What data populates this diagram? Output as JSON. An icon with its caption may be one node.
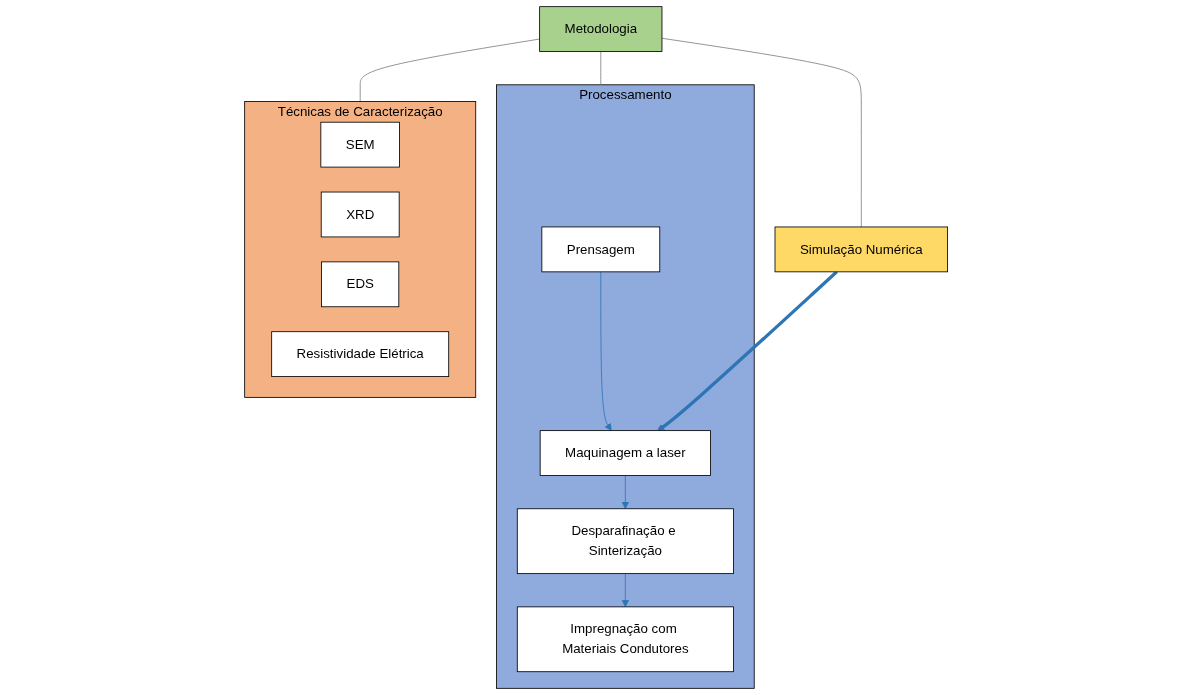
{
  "diagram": {
    "nodes": [
      {
        "text": [
          "Metodologia"
        ]
      },
      {
        "text": [
          "Simulação Numérica"
        ]
      },
      {
        "text": [
          "Processamento"
        ]
      },
      {
        "text": [
          "Prensagem"
        ],
        "in": 2
      },
      {
        "text": [
          "Maquinagem a laser"
        ],
        "in": 2
      },
      {
        "text": [
          "Desparafinação e Sinterização"
        ],
        "in": 2
      },
      {
        "text": [
          "Impregnação com Materiais Condutores"
        ],
        "in": 2
      },
      {
        "text": [
          "Técnicas de Caracterização"
        ]
      },
      {
        "text": [
          "SEM"
        ],
        "in": 7
      },
      {
        "text": [
          "XRD"
        ],
        "in": 7
      },
      {
        "text": [
          "EDS"
        ],
        "in": 7
      },
      {
        "text": [
          "Resistividade Elétrica"
        ],
        "in": 7
      }
    ],
    "edges": [
      {
        "from": 0,
        "to": 1,
        "arrow": "none"
      },
      {
        "from": 0,
        "to": 2,
        "arrow": "none"
      },
      {
        "from": 0,
        "to": 7,
        "arrow": "none"
      },
      {
        "from": 3,
        "to": 4,
        "arrow": "to"
      },
      {
        "from": 4,
        "to": 5,
        "arrow": "to"
      },
      {
        "from": 5,
        "to": 6,
        "arrow": "to"
      },
      {
        "from": 1,
        "to": 4,
        "arrow": "to",
        "style": "thick"
      }
    ]
  }
}
